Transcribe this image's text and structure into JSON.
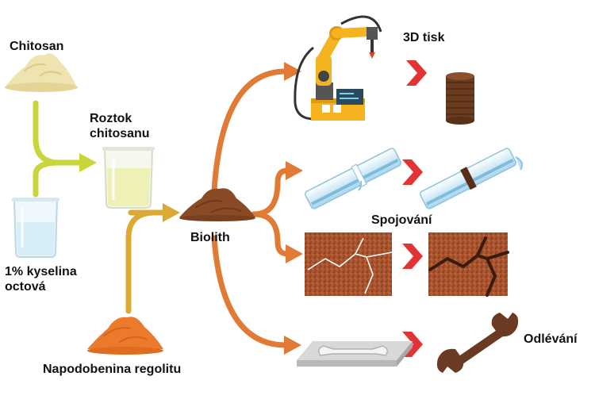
{
  "labels": {
    "chitosan": "Chitosan",
    "solution": [
      "Roztok",
      "chitosanu"
    ],
    "acid": [
      "1% kyselina",
      "octová"
    ],
    "regolith": "Napodobenina regolitu",
    "biolith": "Biolith",
    "print": "3D tisk",
    "joining": "Spojování",
    "casting": "Odlévání"
  },
  "colors": {
    "chitosan_arrow": "#c8d63a",
    "regolith_arrow": "#dca934",
    "process_arrow": "#e07a34",
    "step_chevron": "#e23434",
    "robot_yellow": "#f5b320",
    "biolith_brown": "#8a4a26",
    "regolith_orange": "#ec7a2c",
    "chitosan_powder": "#efe3b0",
    "tube_blue": "#bfe3f4",
    "rust_panel": "#a8542f",
    "wrench_brown": "#6a3a22"
  },
  "icons": [
    "chitosan-powder-icon",
    "acetic-acid-beaker-icon",
    "chitosan-solution-beaker-icon",
    "simulated-regolith-pile-icon",
    "biolith-pile-icon",
    "robot-arm-printer-icon",
    "printed-cylinder-icon",
    "tube-before-joining-icon",
    "tube-after-joining-icon",
    "cracked-panel-icon",
    "joined-panel-icon",
    "casting-mold-icon",
    "wrench-icon"
  ]
}
